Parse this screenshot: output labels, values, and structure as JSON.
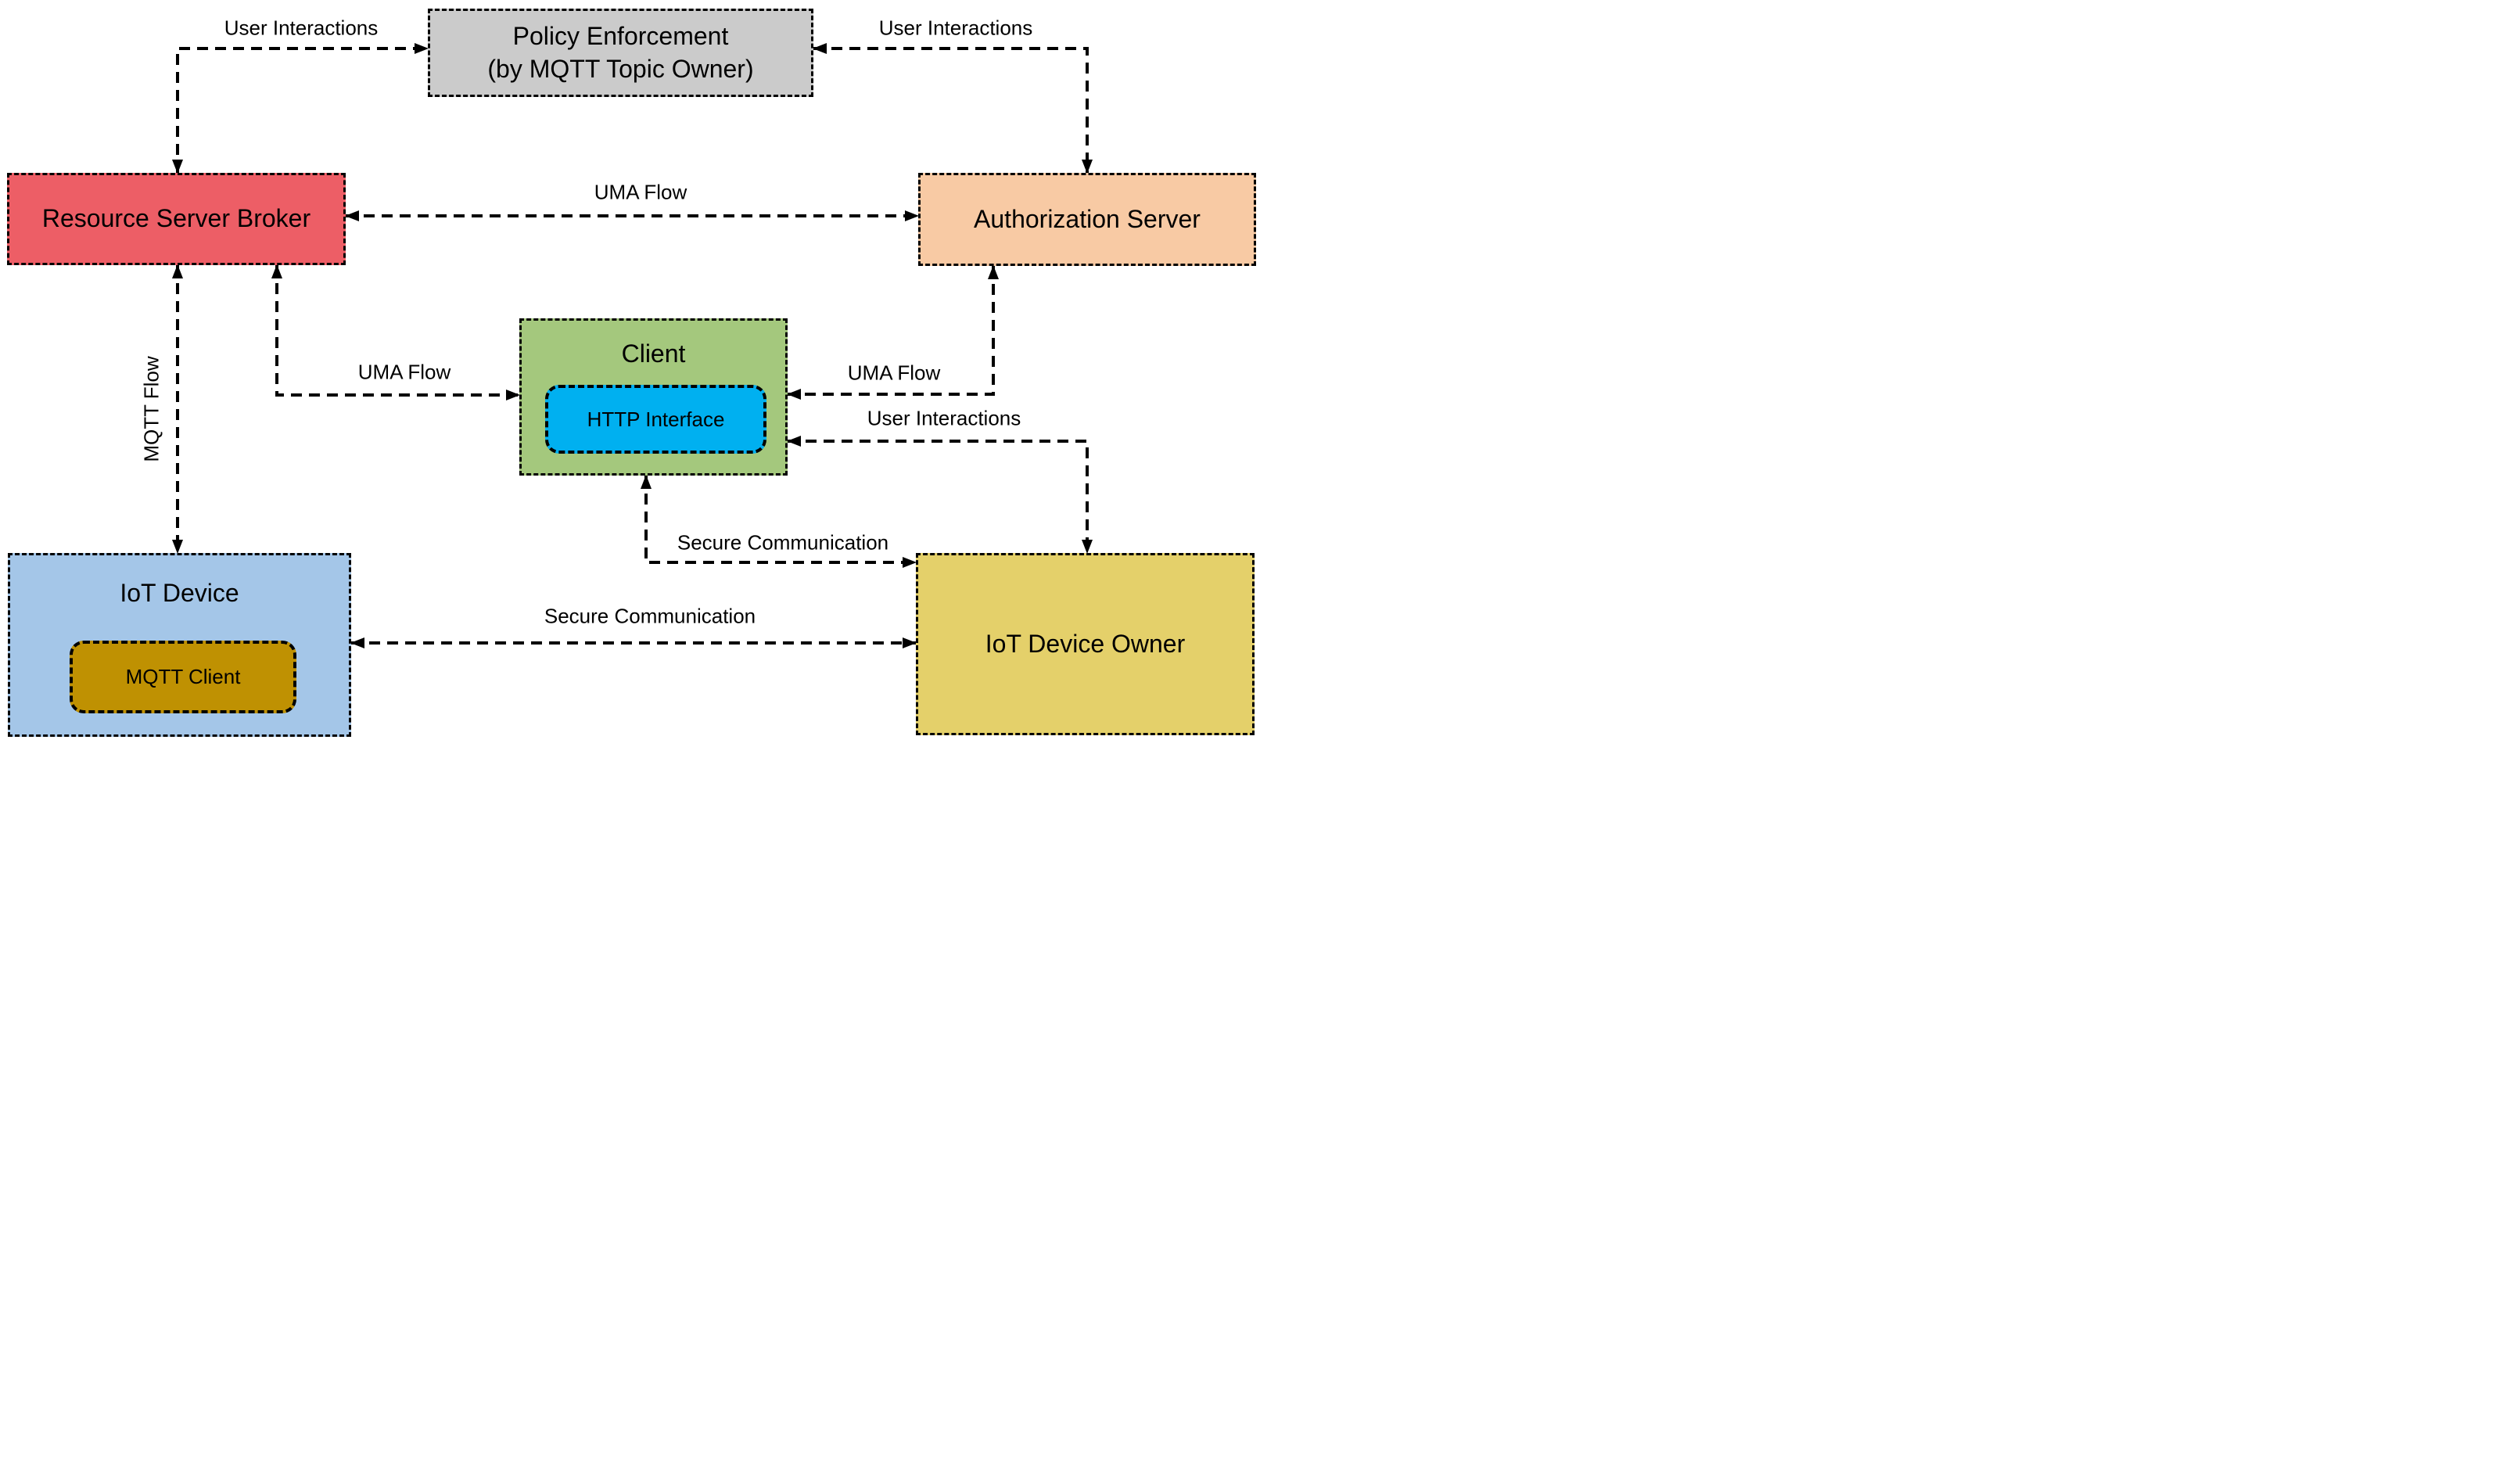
{
  "diagram": {
    "background": "#ffffff",
    "line_color": "#000000",
    "text_color": "#000000"
  },
  "nodes": {
    "policy_enforcement": {
      "line1": "Policy Enforcement",
      "line2": "(by MQTT Topic Owner)",
      "fill": "#cbcbcb"
    },
    "resource_server_broker": {
      "label": "Resource Server Broker",
      "fill": "#ed5e66"
    },
    "authorization_server": {
      "label": "Authorization Server",
      "fill": "#f8caa4"
    },
    "client": {
      "label": "Client",
      "fill": "#a4c87d",
      "http_interface": {
        "label": "HTTP Interface",
        "fill": "#00b0f0"
      }
    },
    "iot_device": {
      "label": "IoT Device",
      "fill": "#a4c6e8",
      "mqtt_client": {
        "label": "MQTT Client",
        "fill": "#bf9102"
      }
    },
    "iot_device_owner": {
      "label": "IoT Device Owner",
      "fill": "#e4d06a"
    }
  },
  "edges": [
    {
      "label": "User Interactions",
      "from": "Resource Server Broker",
      "to": "Policy Enforcement",
      "bidirectional": true
    },
    {
      "label": "User Interactions",
      "from": "Policy Enforcement",
      "to": "Authorization Server",
      "bidirectional": true
    },
    {
      "label": "UMA Flow",
      "from": "Resource Server Broker",
      "to": "Authorization Server",
      "bidirectional": true
    },
    {
      "label": "MQTT Flow",
      "from": "Resource Server Broker",
      "to": "IoT Device",
      "bidirectional": true
    },
    {
      "label": "UMA Flow",
      "from": "Resource Server Broker",
      "to": "Client",
      "bidirectional": true
    },
    {
      "label": "UMA Flow",
      "from": "Authorization Server",
      "to": "Client",
      "bidirectional": true
    },
    {
      "label": "User Interactions",
      "from": "IoT Device Owner",
      "to": "Client",
      "bidirectional": true
    },
    {
      "label": "Secure Communication",
      "from": "Client",
      "to": "IoT Device Owner",
      "bidirectional": true
    },
    {
      "label": "Secure Communication",
      "from": "IoT Device",
      "to": "IoT Device Owner",
      "bidirectional": true
    }
  ]
}
